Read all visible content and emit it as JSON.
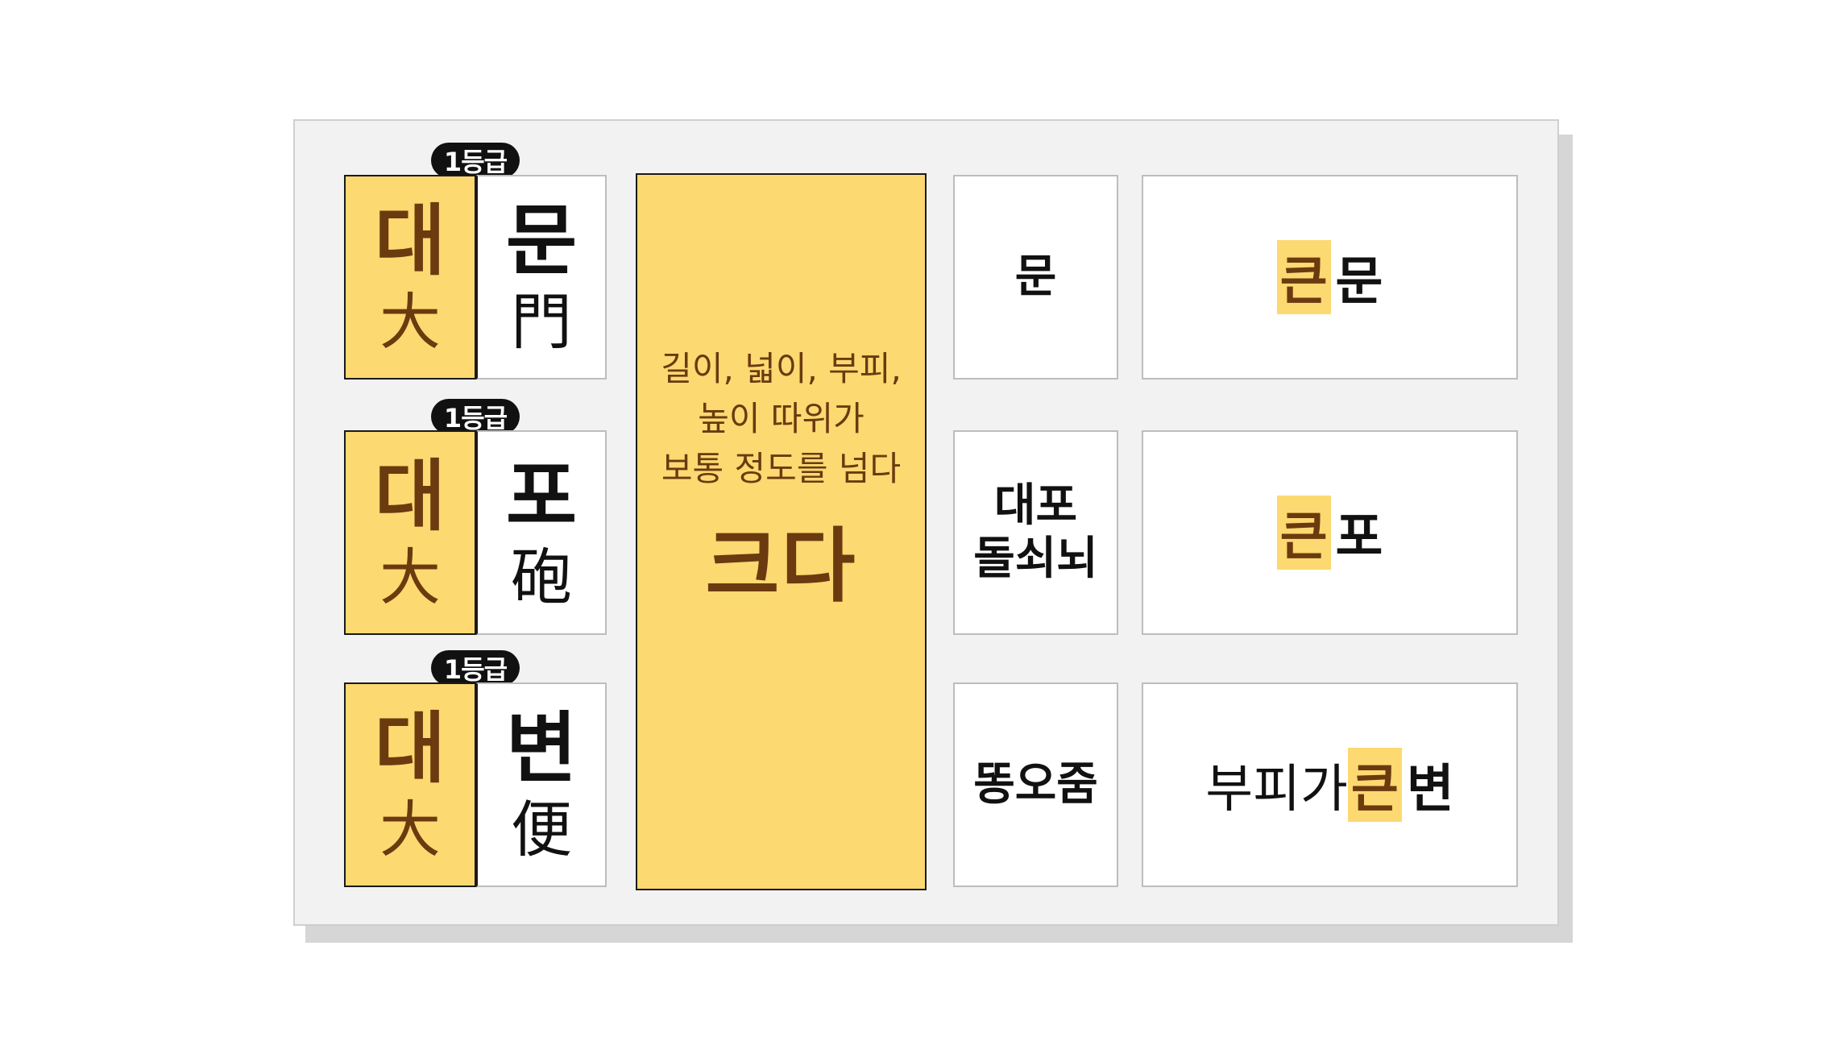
{
  "rows": [
    {
      "badge": "1등급",
      "syllable": "대",
      "hanja": "大",
      "word_syllable": "문",
      "word_hanja": "門",
      "native": "문",
      "phrase_before": "",
      "phrase_highlight": "큰",
      "phrase_after": "문"
    },
    {
      "badge": "1등급",
      "syllable": "대",
      "hanja": "大",
      "word_syllable": "포",
      "word_hanja": "砲",
      "native_lines": [
        "대포",
        "돌쇠뇌"
      ],
      "phrase_before": "",
      "phrase_highlight": "큰",
      "phrase_after": "포"
    },
    {
      "badge": "1등급",
      "syllable": "대",
      "hanja": "大",
      "word_syllable": "변",
      "word_hanja": "便",
      "native": "똥오줌",
      "phrase_before": "부피가",
      "phrase_highlight": "큰",
      "phrase_after": "변"
    }
  ],
  "center": {
    "definition_lines": [
      "길이, 넓이, 부피,",
      "높이 따위가",
      "보통 정도를 넘다"
    ],
    "keyword": "크다"
  },
  "colors": {
    "accent": "#fdd971",
    "brown": "#6b3a0f",
    "panel": "#f2f2f2"
  }
}
